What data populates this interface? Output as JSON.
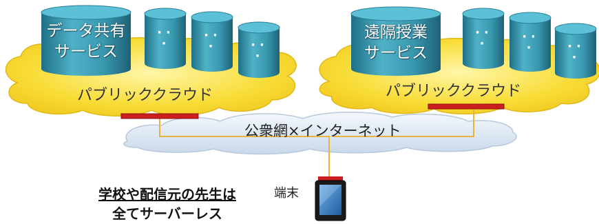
{
  "diagram": {
    "clouds": [
      {
        "label": "パブリッククラウド",
        "main_service": [
          "データ共有",
          "サービス"
        ]
      },
      {
        "label": "パブリッククラウド",
        "main_service": [
          "遠隔授業",
          "サービス"
        ]
      }
    ],
    "network_label": "公衆網×インターネット",
    "terminal_label": "端末",
    "school_note": [
      "学校や配信元の先生は",
      "全てサーバーレス"
    ],
    "colors": {
      "cloud_yellow": "#f5d21e",
      "network_cloud": "#dfeaf5",
      "cylinder": "#3a9ab2",
      "connector_red": "#cc1e1e",
      "line_yellow": "#e8b33c",
      "tablet_blue": "#2b74b8"
    },
    "icons": [
      "database-cylinder-icon",
      "tablet-icon"
    ]
  }
}
